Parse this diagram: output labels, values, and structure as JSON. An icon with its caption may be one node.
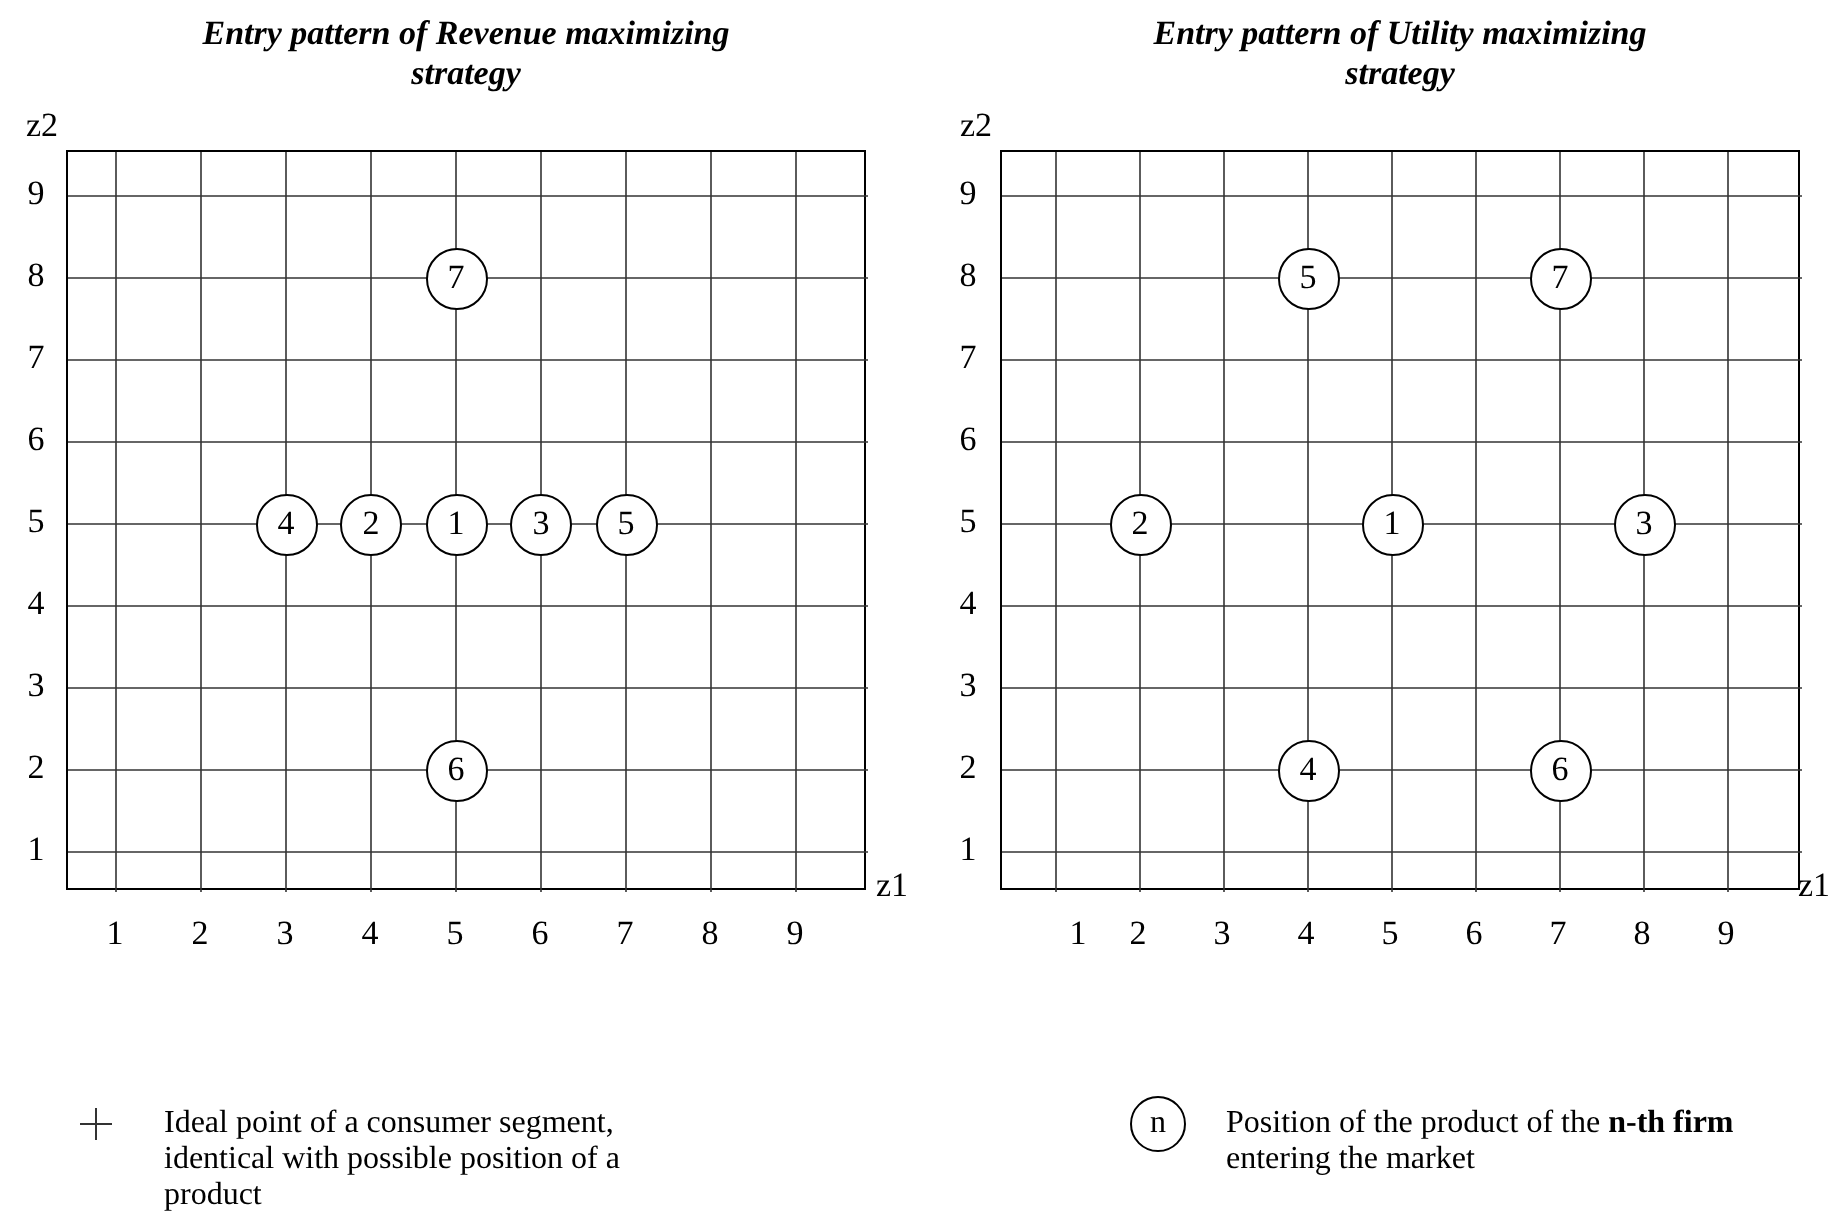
{
  "diagram": {
    "nodes": [
      {
        "text": [
          "Entry pattern of Revenue maximizing strategy"
        ]
      },
      {
        "text": [
          "7"
        ],
        "in": 0
      },
      {
        "text": [
          "4"
        ],
        "in": 0
      },
      {
        "text": [
          "2"
        ],
        "in": 0
      },
      {
        "text": [
          "1"
        ],
        "in": 0
      },
      {
        "text": [
          "3"
        ],
        "in": 0
      },
      {
        "text": [
          "5"
        ],
        "in": 0
      },
      {
        "text": [
          "6"
        ],
        "in": 0
      },
      {
        "text": [
          "Entry pattern of Utility maximizing strategy"
        ]
      },
      {
        "text": [
          "5"
        ],
        "in": 8
      },
      {
        "text": [
          "7"
        ],
        "in": 8
      },
      {
        "text": [
          "2"
        ],
        "in": 8
      },
      {
        "text": [
          "1"
        ],
        "in": 8
      },
      {
        "text": [
          "3"
        ],
        "in": 8
      },
      {
        "text": [
          "4"
        ],
        "in": 8
      },
      {
        "text": [
          "6"
        ],
        "in": 8
      }
    ],
    "edges": [],
    "labels": [
      "z2",
      "z2",
      "9",
      "8",
      "7",
      "6",
      "5",
      "4",
      "3",
      "2",
      "1",
      "9",
      "8",
      "7",
      "6",
      "5",
      "4",
      "3",
      "2",
      "1",
      "z1",
      "z1",
      "1",
      "2",
      "3",
      "4",
      "5",
      "6",
      "7",
      "8",
      "9",
      "1",
      "2",
      "3",
      "4",
      "5",
      "6",
      "7",
      "8",
      "9",
      "n"
    ],
    "legend": [
      {
        "text": "Ideal point of a consumer segment, identical with possible position of a product"
      },
      {
        "text": "Position of the product of the **n-th firm** entering the market"
      }
    ]
  }
}
